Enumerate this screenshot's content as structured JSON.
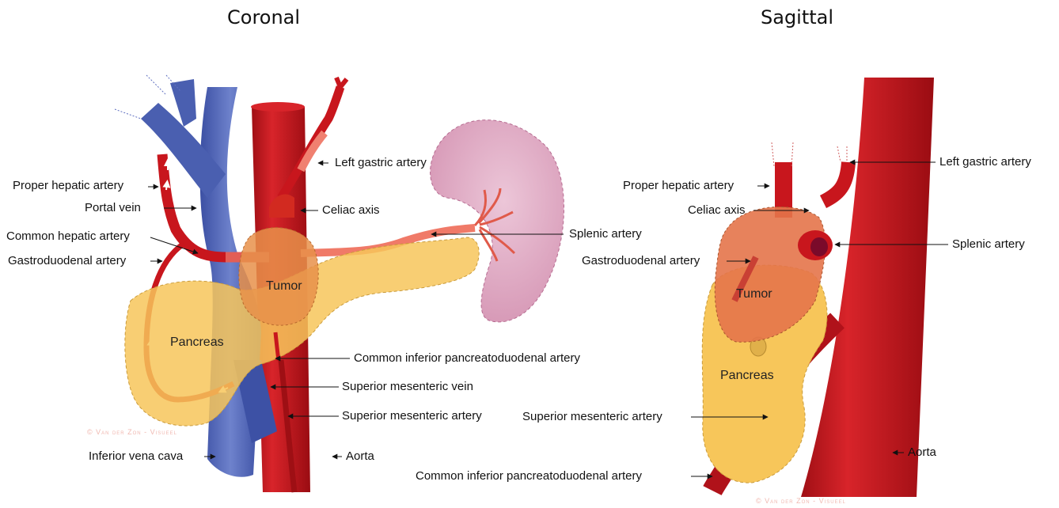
{
  "coronal": {
    "title": "Coronal",
    "labels": {
      "proper_hepatic": "Proper hepatic artery",
      "portal_vein": "Portal vein",
      "common_hepatic": "Common hepatic artery",
      "gastroduodenal": "Gastroduodenal artery",
      "left_gastric": "Left gastric artery",
      "celiac": "Celiac axis",
      "splenic": "Splenic artery",
      "cipd": "Common inferior pancreatoduodenal artery",
      "smv": "Superior mesenteric vein",
      "sma": "Superior mesenteric artery",
      "ivc": "Inferior vena cava",
      "aorta": "Aorta"
    },
    "organs": {
      "tumor": "Tumor",
      "pancreas": "Pancreas"
    },
    "watermark": "© Van der Zon - Visueel"
  },
  "sagittal": {
    "title": "Sagittal",
    "labels": {
      "proper_hepatic": "Proper hepatic artery",
      "left_gastric": "Left gastric artery",
      "celiac": "Celiac axis",
      "splenic": "Splenic artery",
      "gastroduodenal": "Gastroduodenal artery",
      "sma": "Superior mesenteric artery",
      "aorta": "Aorta",
      "cipd": "Common inferior pancreatoduodenal artery"
    },
    "organs": {
      "tumor": "Tumor",
      "pancreas": "Pancreas"
    },
    "watermark": "© Van der Zon - Visueel"
  },
  "colors": {
    "artery": "#c8161d",
    "artery_dark": "#9e0f14",
    "vein": "#4a5fb0",
    "pancreas": "#f7c65a",
    "tumor": "#e8844a",
    "spleen": "#d999b5"
  }
}
